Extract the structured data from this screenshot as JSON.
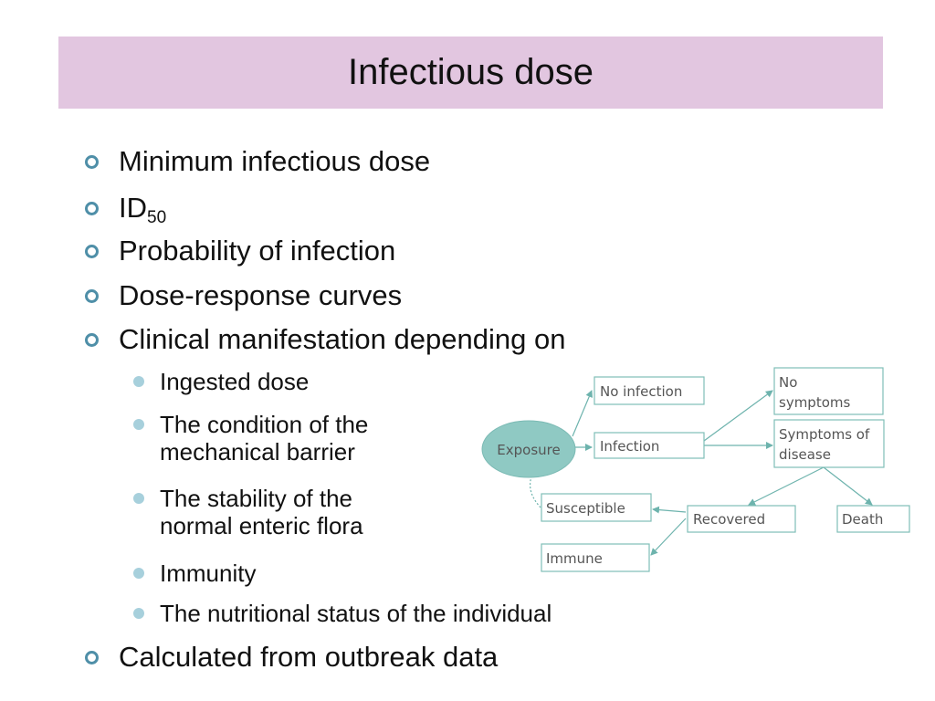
{
  "slide": {
    "title": "Infectious dose",
    "bullets": [
      {
        "text": "Minimum infectious dose"
      },
      {
        "text": "ID",
        "subscript": "50"
      },
      {
        "text": "Probability of infection"
      },
      {
        "text": "Dose-response curves"
      },
      {
        "text": "Clinical manifestation depending on"
      }
    ],
    "subbullets": [
      {
        "line1": "Ingested dose"
      },
      {
        "line1": "The condition of the",
        "line2": "mechanical barrier"
      },
      {
        "line1": "The stability of the",
        "line2": "normal enteric flora"
      },
      {
        "line1": "Immunity"
      },
      {
        "line1": "The nutritional status of the individual"
      }
    ],
    "last_bullet": "Calculated from outbreak data"
  },
  "diagram": {
    "exposure": "Exposure",
    "no_infection": "No infection",
    "infection": "Infection",
    "no_symptoms_line1": "No",
    "no_symptoms_line2": "symptoms",
    "symptoms_line1": "Symptoms of",
    "symptoms_line2": "disease",
    "susceptible": "Susceptible",
    "recovered": "Recovered",
    "death": "Death",
    "immune": "Immune"
  },
  "colors": {
    "title_bg": "#e2c6e0",
    "bullet_ring": "#4f8fa8",
    "subbullet_dot": "#a7d0dc",
    "exposure_fill": "#8fc9c3",
    "arrow": "#6db3ad"
  }
}
